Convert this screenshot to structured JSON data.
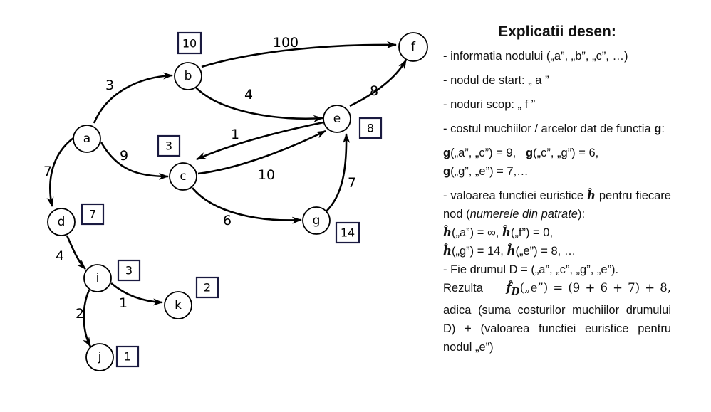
{
  "nodes": [
    {
      "id": "a",
      "label": "a",
      "color": "#ffff00"
    },
    {
      "id": "b",
      "label": "b",
      "color": "#ffffff"
    },
    {
      "id": "c",
      "label": "c",
      "color": "#ffffff"
    },
    {
      "id": "d",
      "label": "d",
      "color": "#ffffff"
    },
    {
      "id": "e",
      "label": "e",
      "color": "#ffffff"
    },
    {
      "id": "f",
      "label": "f",
      "color": "#b07cf0"
    },
    {
      "id": "g",
      "label": "g",
      "color": "#ffffff"
    },
    {
      "id": "i",
      "label": "i",
      "color": "#ffffff"
    },
    {
      "id": "j",
      "label": "j",
      "color": "#ffffff"
    },
    {
      "id": "k",
      "label": "k",
      "color": "#ffffff"
    }
  ],
  "heuristics": {
    "b": "10",
    "c": "3",
    "d": "7",
    "e": "8",
    "g": "14",
    "i": "3",
    "k": "2",
    "j": "1"
  },
  "edges": [
    {
      "from": "a",
      "to": "b",
      "weight": "3"
    },
    {
      "from": "b",
      "to": "f",
      "weight": "100"
    },
    {
      "from": "b",
      "to": "e",
      "weight": "4"
    },
    {
      "from": "e",
      "to": "f",
      "weight": "8"
    },
    {
      "from": "e",
      "to": "c",
      "weight": "1"
    },
    {
      "from": "c",
      "to": "e",
      "weight": "10"
    },
    {
      "from": "a",
      "to": "c",
      "weight": "9"
    },
    {
      "from": "c",
      "to": "g",
      "weight": "6"
    },
    {
      "from": "g",
      "to": "e",
      "weight": "7"
    },
    {
      "from": "a",
      "to": "d",
      "weight": "7"
    },
    {
      "from": "d",
      "to": "i",
      "weight": "4"
    },
    {
      "from": "i",
      "to": "k",
      "weight": "1"
    },
    {
      "from": "i",
      "to": "j",
      "weight": "2"
    }
  ],
  "explanation": {
    "title": "Explicatii desen:",
    "line1": "- informatia nodului („a”, „b”, „c”, …)",
    "line2": "- nodul de start: „ a ”",
    "line3": "- noduri scop: „ f ”",
    "line4a": "- costul muchiilor / arcelor dat de functia ",
    "line4b": "g",
    "line4c": ":",
    "g1": "g",
    "g1v": "(„a”, „c”) = 9,",
    "g2": "g",
    "g2v": "(„c”, „g”) = 6,",
    "g3": "g",
    "g3v": "(„g”, „e”) = 7,…",
    "h_intro_a": "- valoarea functiei euristice ",
    "h_sym": "ĥ",
    "h_intro_b": " pentru fiecare nod (",
    "h_intro_it": "numerele din patrate",
    "h_intro_c": "):",
    "h1v": "(„a”) = ∞,",
    "h2v": "(„f”) = 0,",
    "h3v": "(„g”) = 14,",
    "h4v": "(„e”) = 8, …",
    "path_line": "- Fie drumul D = („a”, „c”, „g”, „e”).",
    "rez_word": "Rezulta",
    "f_sym": "f̂",
    "f_sub": "D",
    "f_expr": "(„e”) = (9 + 6 + 7) + 8,",
    "rez_rest": "adica (suma costurilor muchiilor drumului D) + (valoarea functiei euristice pentru nodul „e”)"
  }
}
